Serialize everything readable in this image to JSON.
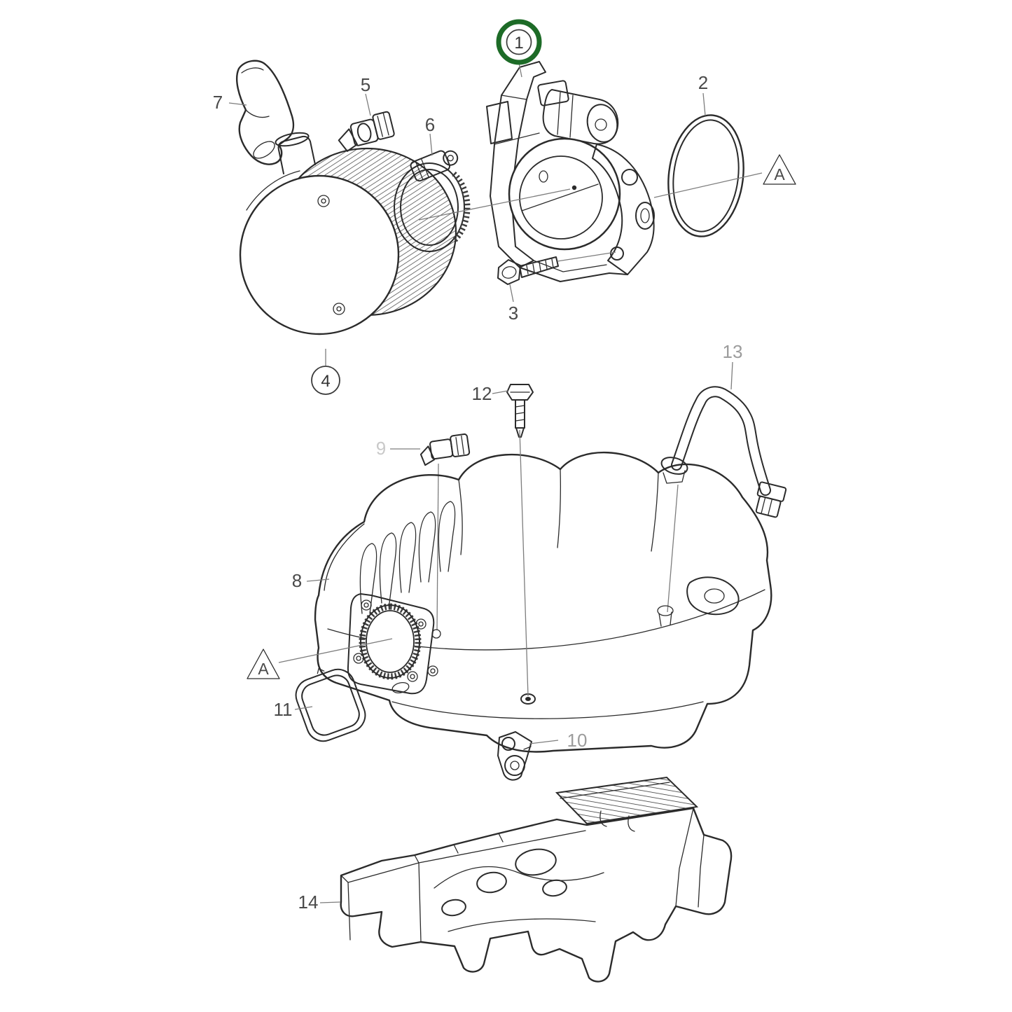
{
  "figure": {
    "type": "exploded-parts-diagram",
    "callouts": [
      {
        "text": "1",
        "circled": true,
        "highlighted": true
      },
      {
        "text": "2",
        "circled": false,
        "highlighted": false
      },
      {
        "text": "3",
        "circled": false,
        "highlighted": false
      },
      {
        "text": "4",
        "circled": true,
        "highlighted": false
      },
      {
        "text": "5",
        "circled": false,
        "highlighted": false
      },
      {
        "text": "6",
        "circled": false,
        "highlighted": false
      },
      {
        "text": "7",
        "circled": false,
        "highlighted": false
      },
      {
        "text": "8",
        "circled": false,
        "highlighted": false
      },
      {
        "text": "9",
        "circled": false,
        "highlighted": false,
        "tone": "faint"
      },
      {
        "text": "10",
        "circled": false,
        "highlighted": false,
        "tone": "muted"
      },
      {
        "text": "11",
        "circled": false,
        "highlighted": false
      },
      {
        "text": "12",
        "circled": false,
        "highlighted": false
      },
      {
        "text": "13",
        "circled": false,
        "highlighted": false,
        "tone": "muted"
      },
      {
        "text": "14",
        "circled": false,
        "highlighted": false
      }
    ],
    "markers": [
      {
        "text": "A"
      },
      {
        "text": "A"
      }
    ]
  },
  "colors": {
    "background": "#ffffff",
    "line": "#2b2b2b",
    "leader": "#7d7d7d",
    "label": "#4a4a4a",
    "label_muted": "#9c9c9c",
    "label_faint": "#c9c9c9",
    "highlight_ring": "#1d6b27"
  }
}
